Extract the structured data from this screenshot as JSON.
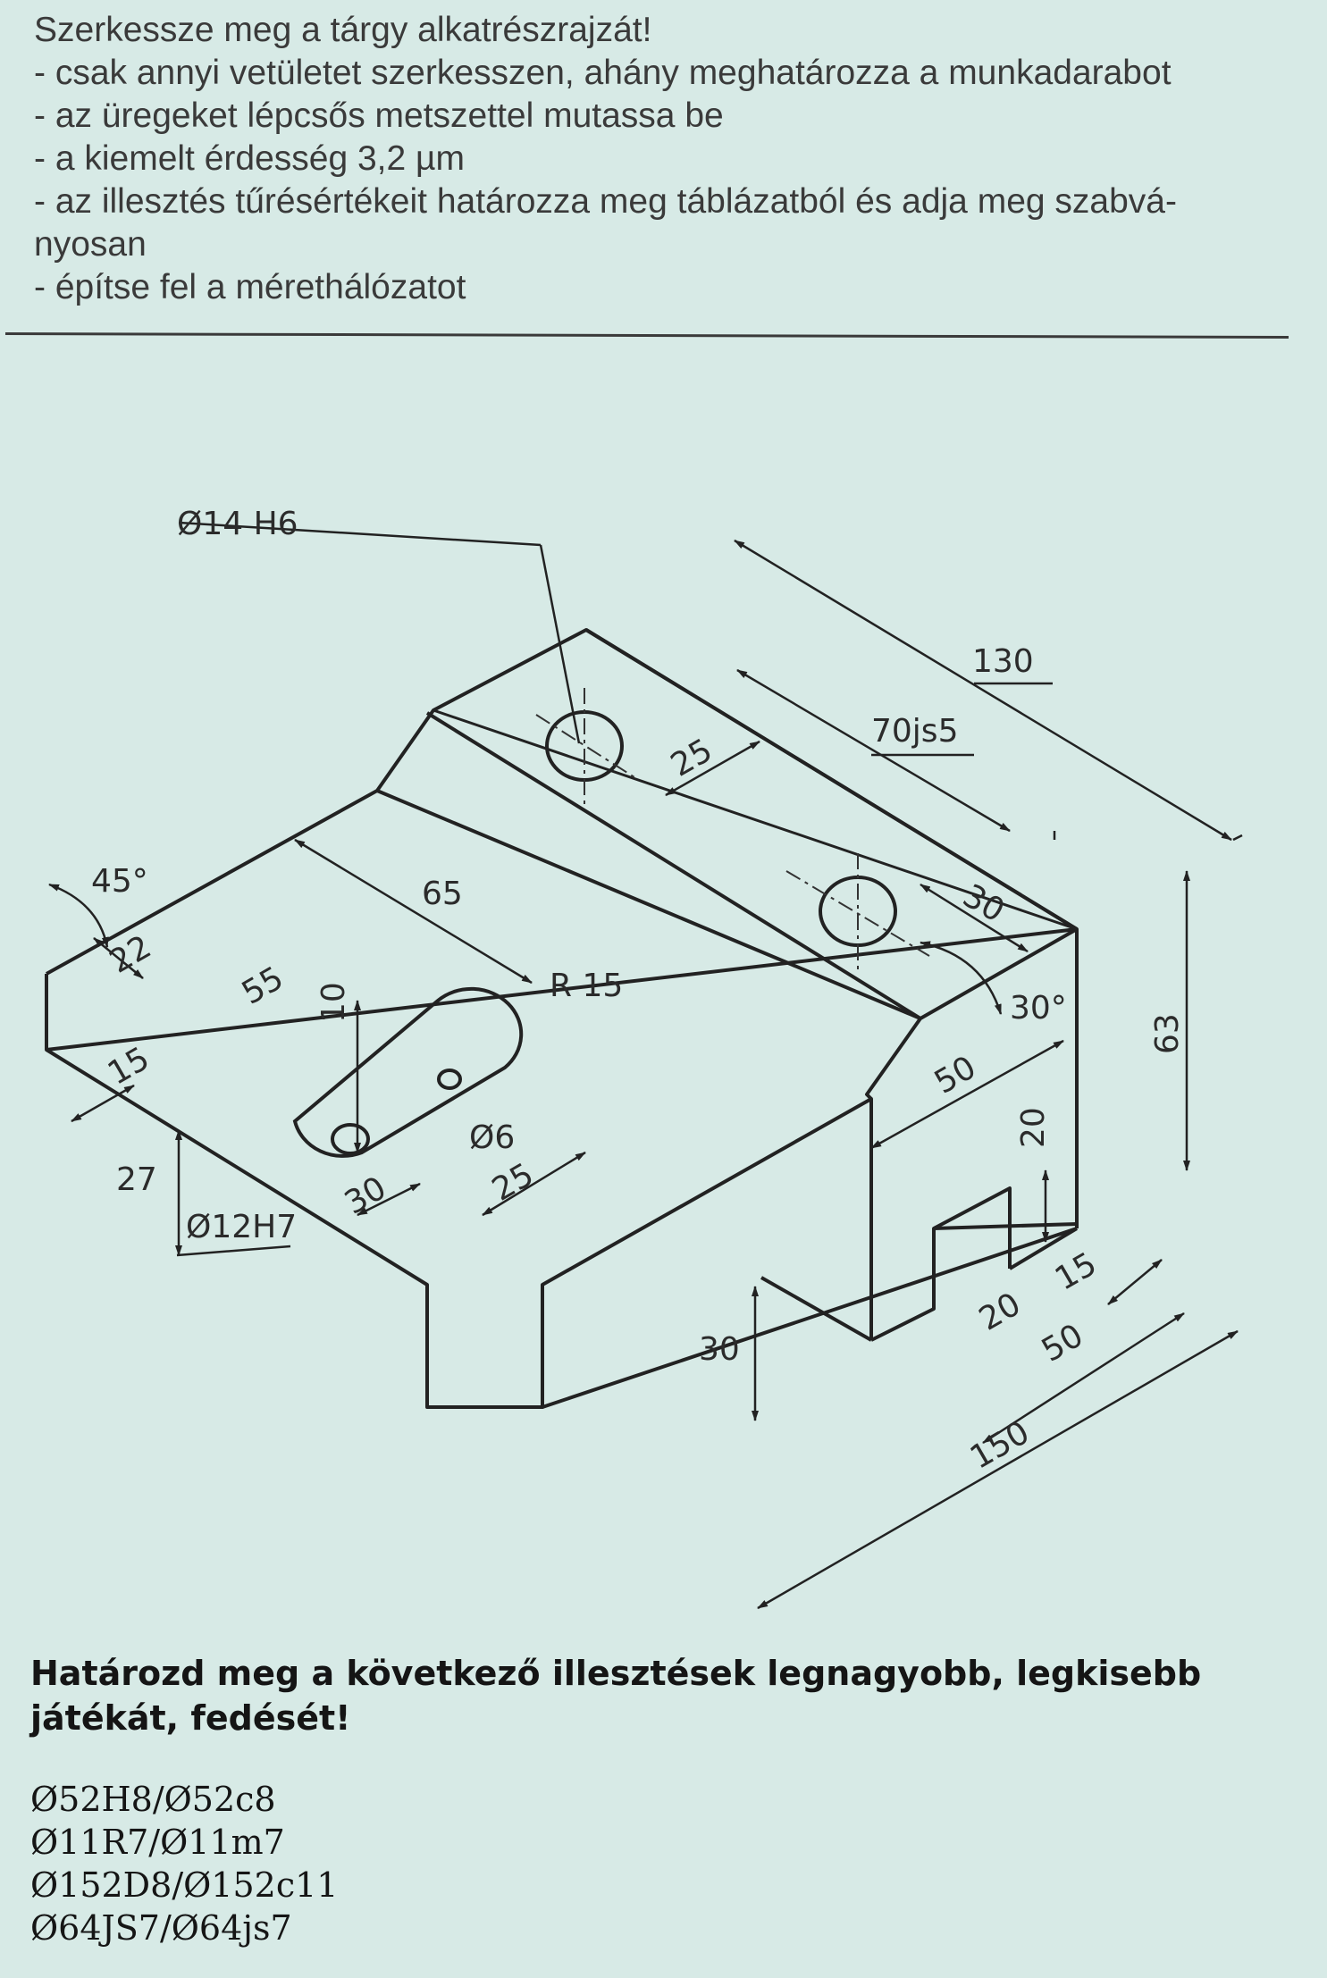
{
  "instructions": {
    "heading": "Szerkessze meg a tárgy alkatrészrajzát!",
    "items": [
      "- csak annyi vetületet szerkesszen, ahány meghatározza a munkadarabot",
      "- az üregeket lépcsős metszettel mutassa be",
      "- a kiemelt érdesség 3,2 µm",
      " - az illesztés tűrésértékeit határozza meg táblázatból és adja meg szabvá-",
      "   nyosan",
      "- építse fel a mérethálózatot"
    ]
  },
  "drawing": {
    "labels": {
      "hole_top": "Ø14 H6",
      "len_130": "130",
      "len_70js5": "70js5",
      "len_25_top": "25",
      "len_30_top": "30",
      "angle_30": "30°",
      "angle_45": "45°",
      "len_22": "22",
      "len_65": "65",
      "len_55": "55",
      "len_10": "10",
      "radius_15": "R 15",
      "len_15_left": "15",
      "len_50_step": "50",
      "height_63": "63",
      "height_20": "20",
      "height_27": "27",
      "hole_left": "Ø12H7",
      "len_30_mid": "30",
      "dia_6": "Ø6",
      "len_25_mid": "25",
      "len_15_slot": "15",
      "len_20_slot": "20",
      "len_50_base": "50",
      "height_30": "30",
      "len_150": "150"
    }
  },
  "task": {
    "title": "Határozd meg a következő illesztések legnagyobb, legkisebb játékát, fedését!",
    "fits": [
      "Ø52H8/Ø52c8",
      "Ø11R7/Ø11m7",
      "Ø152D8/Ø152c11",
      "Ø64JS7/Ø64js7"
    ]
  }
}
